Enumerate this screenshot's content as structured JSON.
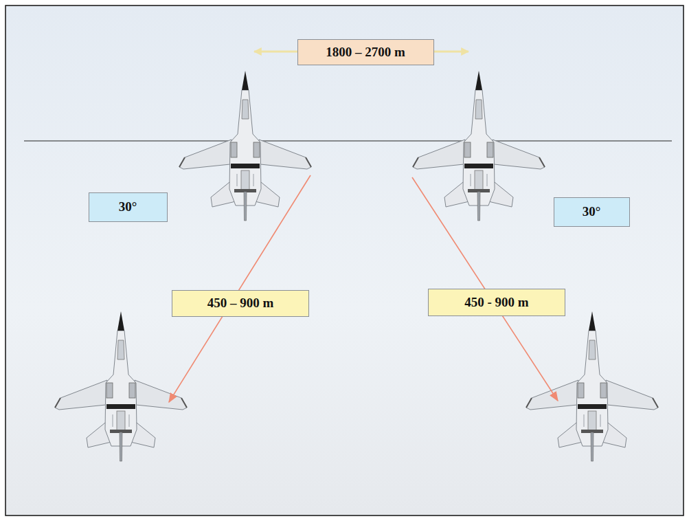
{
  "diagram": {
    "labels": [
      "1800 – 2700 m",
      "30°",
      "450 – 900 m",
      "30°",
      "450 - 900 m"
    ]
  }
}
